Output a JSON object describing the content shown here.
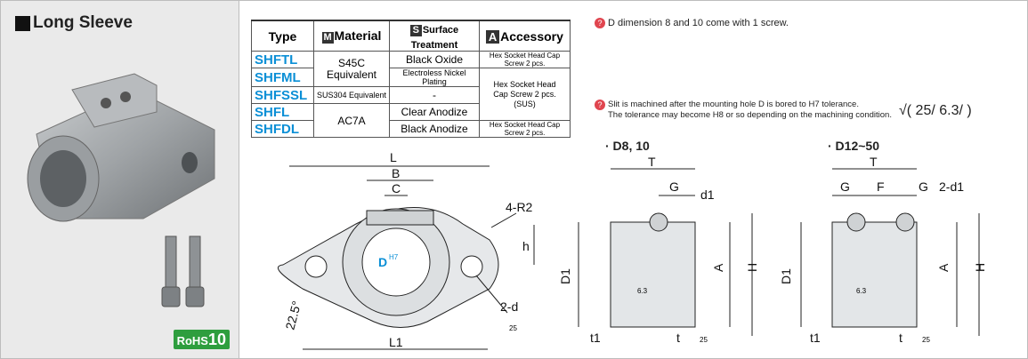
{
  "product": {
    "title": "Long Sleeve",
    "rohs_prefix": "RoHS",
    "rohs_num": "10"
  },
  "table": {
    "headers": {
      "type": "Type",
      "material_badge": "M",
      "material": "Material",
      "surface_badge": "S",
      "surface": "Surface Treatment",
      "accessory_badge": "A",
      "accessory": "Accessory"
    },
    "rows": [
      {
        "type": "SHFTL",
        "material": "S45C Equivalent",
        "surface": "Black Oxide",
        "accessory": "Hex Socket Head Cap Screw 2 pcs."
      },
      {
        "type": "SHFML",
        "surface": "Electroless Nickel Plating",
        "accessory": "Hex Socket Head Cap Screw 2 pcs. (SUS)"
      },
      {
        "type": "SHFSSL",
        "material": "SUS304 Equivalent",
        "surface": "-"
      },
      {
        "type": "SHFL",
        "material": "AC7A",
        "surface": "Clear Anodize"
      },
      {
        "type": "SHFDL",
        "surface": "Black Anodize",
        "accessory": "Hex Socket Head Cap Screw 2 pcs."
      }
    ]
  },
  "notes": {
    "icon": "?",
    "note1": "D dimension 8 and 10 come with 1 screw.",
    "note2_line1": "Slit is machined after the mounting hole D is bored to H7 tolerance.",
    "note2_line2": "The tolerance may become H8 or so depending on the machining condition.",
    "tolerance": "√( 25/ 6.3/ )"
  },
  "drawings": {
    "front": {
      "L": "L",
      "B": "B",
      "C": "C",
      "R": "4-R2",
      "h": "h",
      "D": "D",
      "H7": "H7",
      "angle": "22.5°",
      "d": "2-d",
      "rough": "25",
      "L1": "L1"
    },
    "d8": {
      "title": "· D8, 10",
      "T": "T",
      "G": "G",
      "d1": "d1",
      "D1": "D1",
      "A": "A",
      "H": "H",
      "r": "6.3",
      "t1": "t1",
      "t": "t",
      "tr": "25"
    },
    "d12": {
      "title": "· D12~50",
      "T": "T",
      "G": "G",
      "F": "F",
      "d1": "2-d1",
      "D1": "D1",
      "A": "A",
      "H": "H",
      "r": "6.3",
      "t1": "t1",
      "t": "t",
      "tr": "25"
    }
  }
}
